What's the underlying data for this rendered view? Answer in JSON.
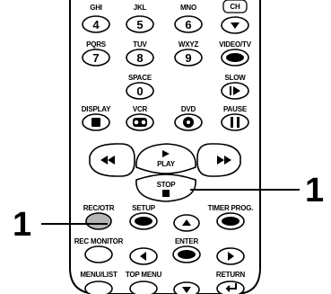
{
  "remote": {
    "row1": {
      "labels": [
        "GHI",
        "JKL",
        "MNO",
        "CH"
      ],
      "digits": [
        "4",
        "5",
        "6"
      ]
    },
    "row2": {
      "labels": [
        "PQRS",
        "TUV",
        "WXYZ",
        "VIDEO/TV"
      ],
      "digits": [
        "7",
        "8",
        "9"
      ]
    },
    "row3": {
      "space_label": "SPACE",
      "zero": "0",
      "slow_label": "SLOW"
    },
    "row4": {
      "labels": [
        "DISPLAY",
        "VCR",
        "DVD",
        "PAUSE"
      ]
    },
    "transport": {
      "play_label": "PLAY",
      "stop_label": "STOP"
    },
    "row5": {
      "labels": [
        "REC/OTR",
        "SETUP",
        "TIMER PROG."
      ]
    },
    "row6": {
      "labels": [
        "REC MONITOR",
        "ENTER"
      ]
    },
    "row7": {
      "labels": [
        "MENU/LIST",
        "TOP MENU",
        "RETURN"
      ]
    }
  },
  "callouts": {
    "stop_number": "1",
    "rec_number": "1"
  }
}
